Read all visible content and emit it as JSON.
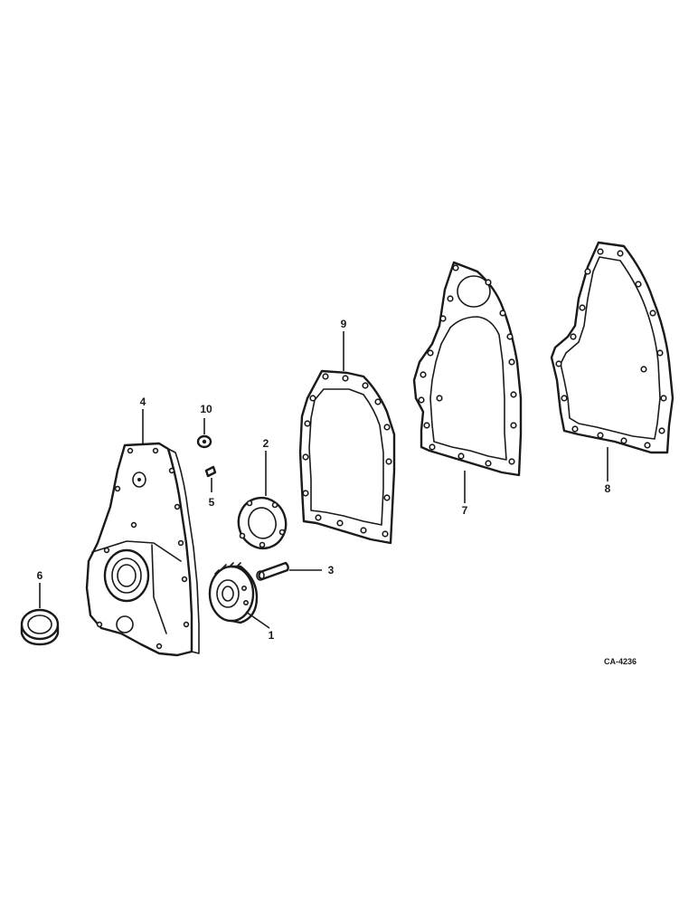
{
  "callouts": {
    "p1": "1",
    "p2": "2",
    "p3": "3",
    "p4": "4",
    "p5": "5",
    "p6": "6",
    "p7": "7",
    "p8": "8",
    "p9": "9",
    "p10": "10"
  },
  "reference_code": "CA-4236"
}
